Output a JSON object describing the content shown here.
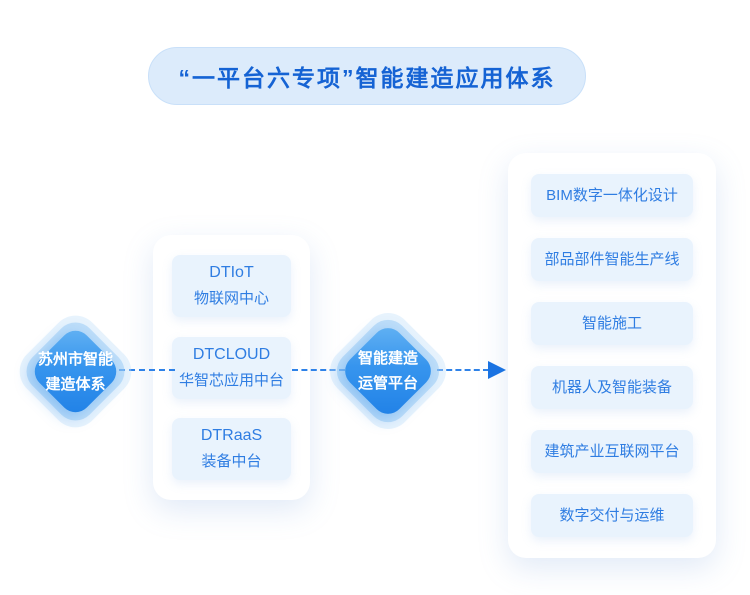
{
  "title": {
    "text": "“一平台六专项”智能建造应用体系"
  },
  "colors": {
    "title_text": "#1563d4",
    "pill_bg": "#dcebfb",
    "node_gradient_start": "#66b4f3",
    "node_gradient_end": "#1f80e6",
    "card_bg": "#ffffff",
    "item_bg": "#e9f3fd",
    "item_text": "#2f7de2",
    "dash_line": "#2e82e8",
    "arrow_head": "#1a73e2"
  },
  "left_node": {
    "lines": [
      "苏州市智能",
      "建造体系"
    ]
  },
  "platform_card": {
    "items": [
      {
        "line1": "DTIoT",
        "line2": "物联网中心"
      },
      {
        "line1": "DTCLOUD",
        "line2": "华智芯应用中台"
      },
      {
        "line1": "DTRaaS",
        "line2": "装备中台"
      }
    ]
  },
  "middle_node": {
    "lines": [
      "智能建造",
      "运管平台"
    ]
  },
  "right_panel": {
    "items": [
      {
        "label": "BIM数字一体化设计"
      },
      {
        "label": "部品部件智能生产线"
      },
      {
        "label": "智能施工"
      },
      {
        "label": "机器人及智能装备"
      },
      {
        "label": "建筑产业互联网平台"
      },
      {
        "label": "数字交付与运维"
      }
    ]
  }
}
